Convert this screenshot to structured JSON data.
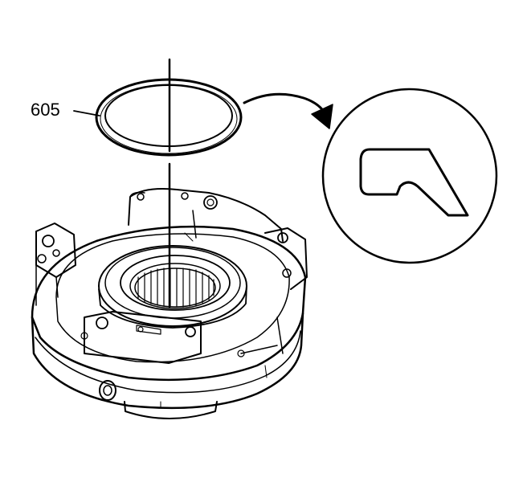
{
  "callouts": [
    {
      "label": "605"
    }
  ],
  "colors": {
    "line": "#000000",
    "background": "#ffffff",
    "shade": "#c8c8c8"
  },
  "parts": {
    "seal": "seal-ring",
    "assembly": "pump-housing-assembly",
    "detail_view": "seal-cross-section-detail"
  }
}
